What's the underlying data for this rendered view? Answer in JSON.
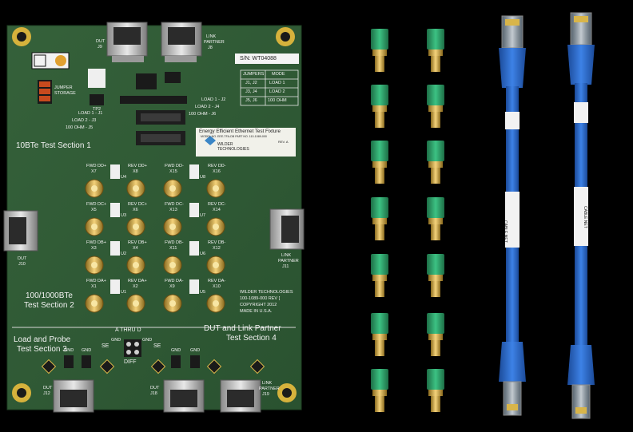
{
  "colors": {
    "background": "#000000",
    "pcb": "#2f5a2e",
    "pad_gold": "#d8b54a",
    "sma_green": "#2fa36d",
    "cable_blue": "#2a66c8",
    "metal": "#c9c9c9"
  },
  "board": {
    "section_10bte": "10BTe Test Section 1",
    "section_1000bte": [
      "100/1000BTe",
      "Test Section 2"
    ],
    "section_load_probe": [
      "Load and Probe",
      "Test Section 3"
    ],
    "section_dut_link": [
      "DUT and Link Partner",
      "Test Section 4"
    ],
    "connector_labels": {
      "j9": [
        "DUT",
        "J9"
      ],
      "j8": [
        "LINK",
        "PARTNER",
        "J8"
      ],
      "j10": [
        "DUT",
        "J10"
      ],
      "j11": [
        "LINK",
        "PARTNER",
        "J11"
      ],
      "j12": [
        "DUT",
        "J12"
      ],
      "j18": [
        "DUT",
        "J18"
      ],
      "j19": [
        "LINK",
        "PARTNER",
        "J19"
      ]
    },
    "jumper_storage": [
      "JUMPER",
      "STORAGE"
    ],
    "serial": "S/N: WT04088",
    "jumper_table": {
      "headers": [
        "JUMPERS",
        "MODE"
      ],
      "rows": [
        [
          "J1, J2",
          "LOAD 1"
        ],
        [
          "J3, J4",
          "LOAD 2"
        ],
        [
          "J5, J6",
          "100 OHM"
        ]
      ]
    },
    "load_labels_left": [
      "LOAD 1 - J1",
      "LOAD 2 - J3",
      "100 OHM - J5"
    ],
    "load_labels_right": [
      "LOAD 1 - J2",
      "LOAD 2 - J4",
      "100 OHM - J6"
    ],
    "fixture_title": "Energy Efficient Ethernet Test Fixture",
    "fixture_subtitle": "MODEL NO. EEE-TFA-DB    PART NO. 110-1089-000",
    "fixture_rev": "REV. A",
    "company_logo_text": [
      "WILDER",
      "TECHNOLOGIES"
    ],
    "tp2": "TP2",
    "probes_left": [
      {
        "fwd": [
          "FWD DD+",
          "X7"
        ],
        "rev": [
          "REV DD+",
          "X8"
        ],
        "u": "U4"
      },
      {
        "fwd": [
          "FWD DC+",
          "X5"
        ],
        "rev": [
          "REV DC+",
          "X6"
        ],
        "u": "U3"
      },
      {
        "fwd": [
          "FWD DB+",
          "X3"
        ],
        "rev": [
          "REV DB+",
          "X4"
        ],
        "u": "U2"
      },
      {
        "fwd": [
          "FWD DA+",
          "X1"
        ],
        "rev": [
          "REV DA+",
          "X2"
        ],
        "u": "U1"
      }
    ],
    "probes_right": [
      {
        "fwd": [
          "FWD DD-",
          "X15"
        ],
        "rev": [
          "REV DD-",
          "X16"
        ],
        "u": "U8"
      },
      {
        "fwd": [
          "FWD DC-",
          "X13"
        ],
        "rev": [
          "REV DC-",
          "X14"
        ],
        "u": "U7"
      },
      {
        "fwd": [
          "FWD DB-",
          "X11"
        ],
        "rev": [
          "REV DB-",
          "X12"
        ],
        "u": "U6"
      },
      {
        "fwd": [
          "FWD DA-",
          "X9"
        ],
        "rev": [
          "REV DA-",
          "X10"
        ],
        "u": "U5"
      }
    ],
    "company_block": [
      "WILDER TECHNOLOGIES",
      "100-1089-000 REV [",
      "COPYRIGHT 2012",
      "MADE IN U.S.A."
    ],
    "a_thru_d": "A THRU D",
    "gnd": "GND",
    "se": "SE",
    "diff": "DIFF"
  },
  "cables": {
    "left_tag": "CABLE NET",
    "right_tag": "CABLE NET"
  }
}
